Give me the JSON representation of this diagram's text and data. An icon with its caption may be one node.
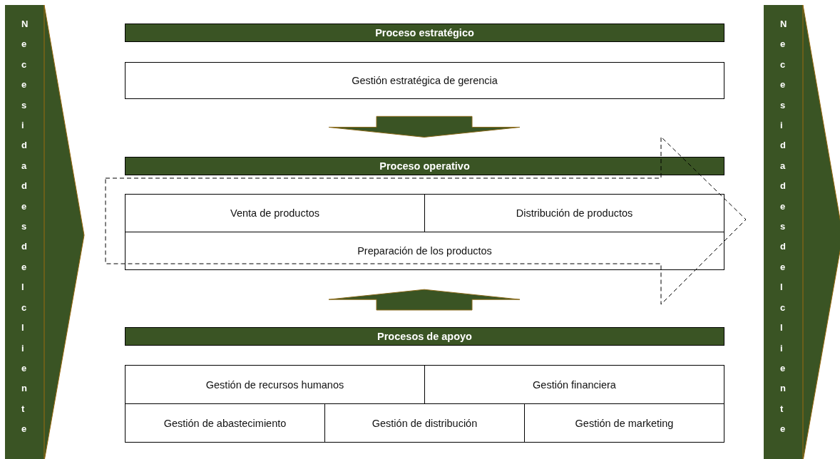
{
  "diagram": {
    "nodes": [
      {
        "text": [
          "Necesidades del cliente"
        ]
      },
      {
        "text": [
          "Proceso estratégico"
        ]
      },
      {
        "text": [
          "Gestión estratégica de gerencia"
        ]
      },
      {
        "text": [
          "Proceso operativo"
        ]
      },
      {
        "text": [
          "Venta de productos"
        ]
      },
      {
        "text": [
          "Distribución de productos"
        ]
      },
      {
        "text": [
          "Preparación de los productos"
        ]
      },
      {
        "text": [
          "Procesos de apoyo"
        ]
      },
      {
        "text": [
          "Gestión de recursos humanos"
        ]
      },
      {
        "text": [
          "Gestión financiera"
        ]
      },
      {
        "text": [
          "Gestión de abastecimiento"
        ]
      },
      {
        "text": [
          "Gestión de distribución"
        ]
      },
      {
        "text": [
          "Gestión de marketing"
        ]
      },
      {
        "text": [
          "Necesidades del cliente"
        ]
      }
    ],
    "edges": [
      {
        "from": 2,
        "to": 3,
        "arrow": "to"
      },
      {
        "from": 7,
        "to": 6,
        "arrow": "to"
      },
      {
        "from": 0,
        "to": 13,
        "arrow": "to",
        "style": "dashed"
      }
    ]
  }
}
